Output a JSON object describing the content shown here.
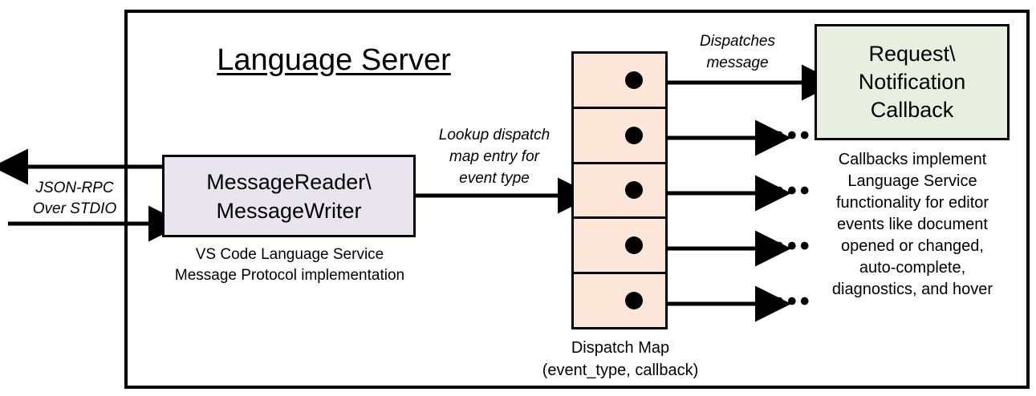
{
  "diagram": {
    "title": "Language Server",
    "outer_border_color": "#000000",
    "background": "#ffffff"
  },
  "reader": {
    "line1": "MessageReader\\",
    "line2": "MessageWriter",
    "fill": "#E8E5EF",
    "caption_line1": "VS Code Language Service",
    "caption_line2": "Message Protocol implementation"
  },
  "transport": {
    "label_line1": "JSON-RPC",
    "label_line2": "Over STDIO"
  },
  "lookup": {
    "line1": "Lookup dispatch",
    "line2": "map entry for",
    "line3": "event type"
  },
  "dispatch": {
    "label_line1": "Dispatches",
    "label_line2": "message",
    "map_fill": "#FCE6D8",
    "caption_line1": "Dispatch Map",
    "caption_line2": "(event_type, callback)",
    "cells": [
      {
        "index": 1,
        "dot": "callback-dot"
      },
      {
        "index": 2,
        "dot": "callback-dot"
      },
      {
        "index": 3,
        "dot": "callback-dot"
      },
      {
        "index": 4,
        "dot": "callback-dot"
      },
      {
        "index": 5,
        "dot": "callback-dot"
      }
    ],
    "ellipsis": "•••"
  },
  "callback": {
    "line1": "Request\\",
    "line2": "Notification",
    "line3": "Callback",
    "fill": "#E9EFE0",
    "caption_line1": "Callbacks implement",
    "caption_line2": "Language Service",
    "caption_line3": "functionality for editor",
    "caption_line4": "events like document",
    "caption_line5": "opened or changed,",
    "caption_line6": "auto-complete,",
    "caption_line7": "diagnostics, and hover"
  }
}
